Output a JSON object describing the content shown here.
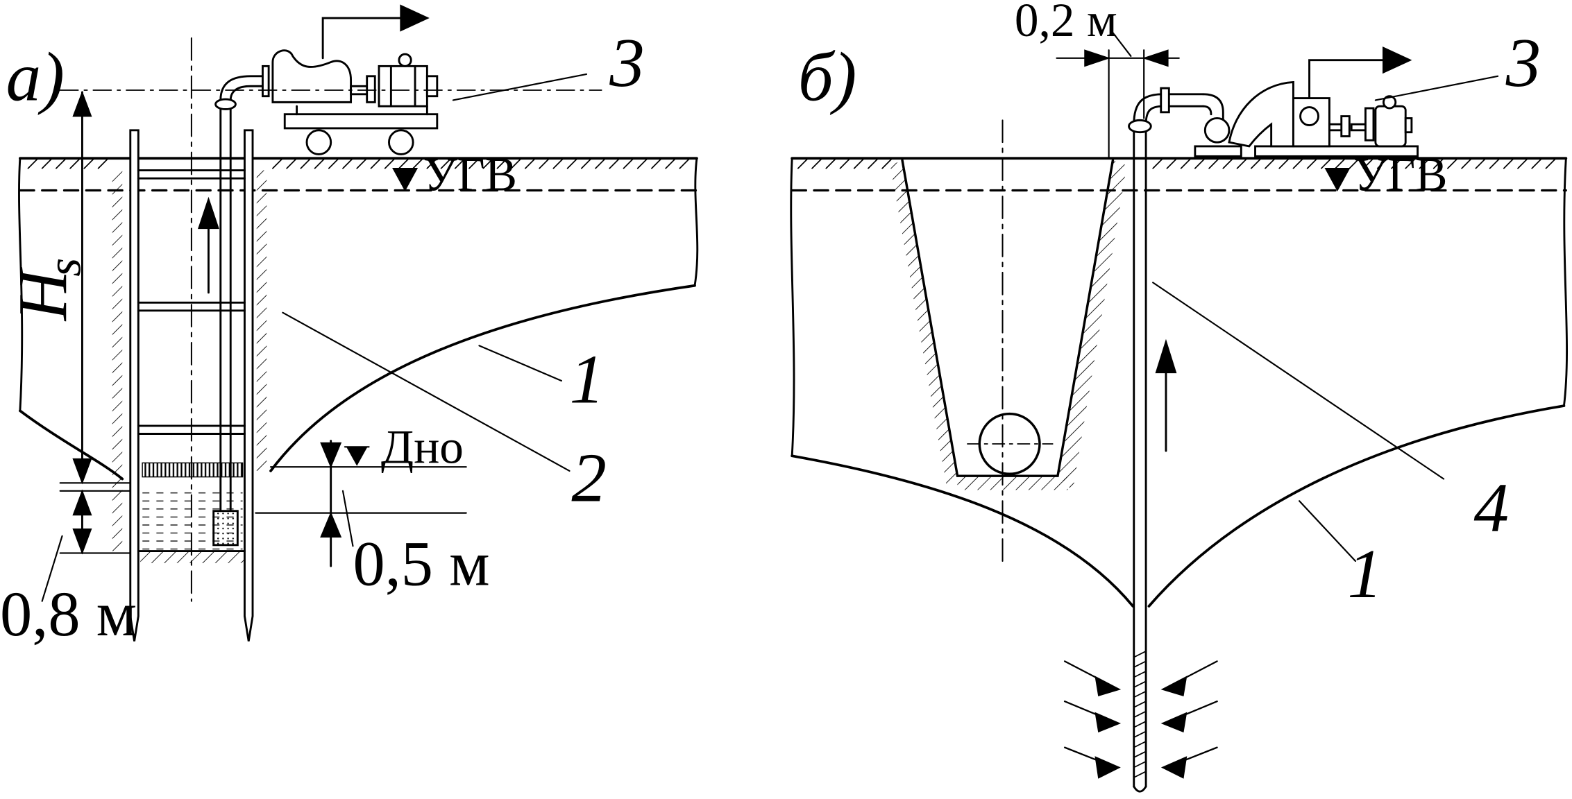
{
  "panel_a": {
    "label": "а)",
    "callout_3": "3",
    "callout_1": "1",
    "callout_2": "2",
    "water_table": "УГВ",
    "bottom": "Дно",
    "dim_depth": "0,5 м",
    "dim_sump": "0,8 м",
    "height_symbol": "H",
    "height_subscript": "s"
  },
  "panel_b": {
    "label": "б)",
    "callout_3": "3",
    "callout_1": "1",
    "callout_4": "4",
    "water_table": "УГВ",
    "dim_offset": "0,2 м"
  }
}
